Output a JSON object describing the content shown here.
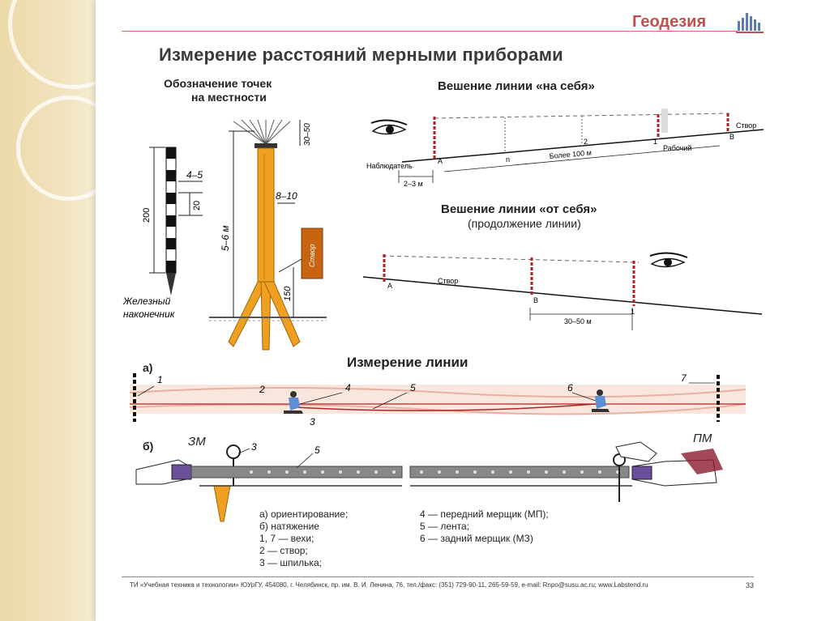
{
  "header": {
    "brand": "Геодезия",
    "title": "Измерение расстояний мерными приборами"
  },
  "points_section": {
    "heading_line1": "Обозначение точек",
    "heading_line2": "на местности",
    "dim_4_5": "4–5",
    "dim_20": "20",
    "dim_200": "200",
    "dim_30_50": "30–50",
    "dim_8_10": "8–10",
    "dim_5_6m": "5–6 м",
    "dim_150": "150",
    "iron_tip_line1": "Железный",
    "iron_tip_line2": "наконечник"
  },
  "towards_self": {
    "heading": "Вешение линии «на себя»",
    "label_stvor": "Створ",
    "label_worker": "Рабочий",
    "label_observer": "Наблюдатель",
    "label_more_100": "Более 100 м",
    "label_2_3m": "2–3 м",
    "label_a": "A",
    "label_b": "B",
    "label_n": "n",
    "label_2": "2",
    "label_1": "1"
  },
  "away_self": {
    "heading": "Вешение линии «от себя»",
    "subheading": "(продолжение линии)",
    "label_stvor": "Створ",
    "label_a": "A",
    "label_b": "B",
    "label_1": "1",
    "label_30_50": "30–50 м"
  },
  "measurement": {
    "heading": "Измерение линии",
    "label_a": "а)",
    "label_b": "б)",
    "n1": "1",
    "n2": "2",
    "n3": "3",
    "n4": "4",
    "n5": "5",
    "n6": "6",
    "n7": "7",
    "zm": "ЗМ",
    "pm": "ПМ"
  },
  "legend": {
    "left": [
      "а) ориентирование;",
      "б) натяжение",
      "1, 7 — вехи;",
      "2 — створ;",
      "3 — шпилька;"
    ],
    "right": [
      "4 — передний мерщик (МП);",
      "5 — лента;",
      "6 — задний мерщик (МЗ)"
    ]
  },
  "footer": {
    "text": "ТИ «Учебная техника и технологии» ЮУрГУ, 454080, г. Челябинск, пр. им. В. И. Ленина, 76, тел./факс: (351) 729-90-11, 265-59-59, e-mail: Rnpo@susu.ac.ru; www.Labstend.ru",
    "page": "33"
  },
  "colors": {
    "accent": "#c0504d",
    "stake": "#f0a020",
    "pole_red": "#b22222"
  }
}
